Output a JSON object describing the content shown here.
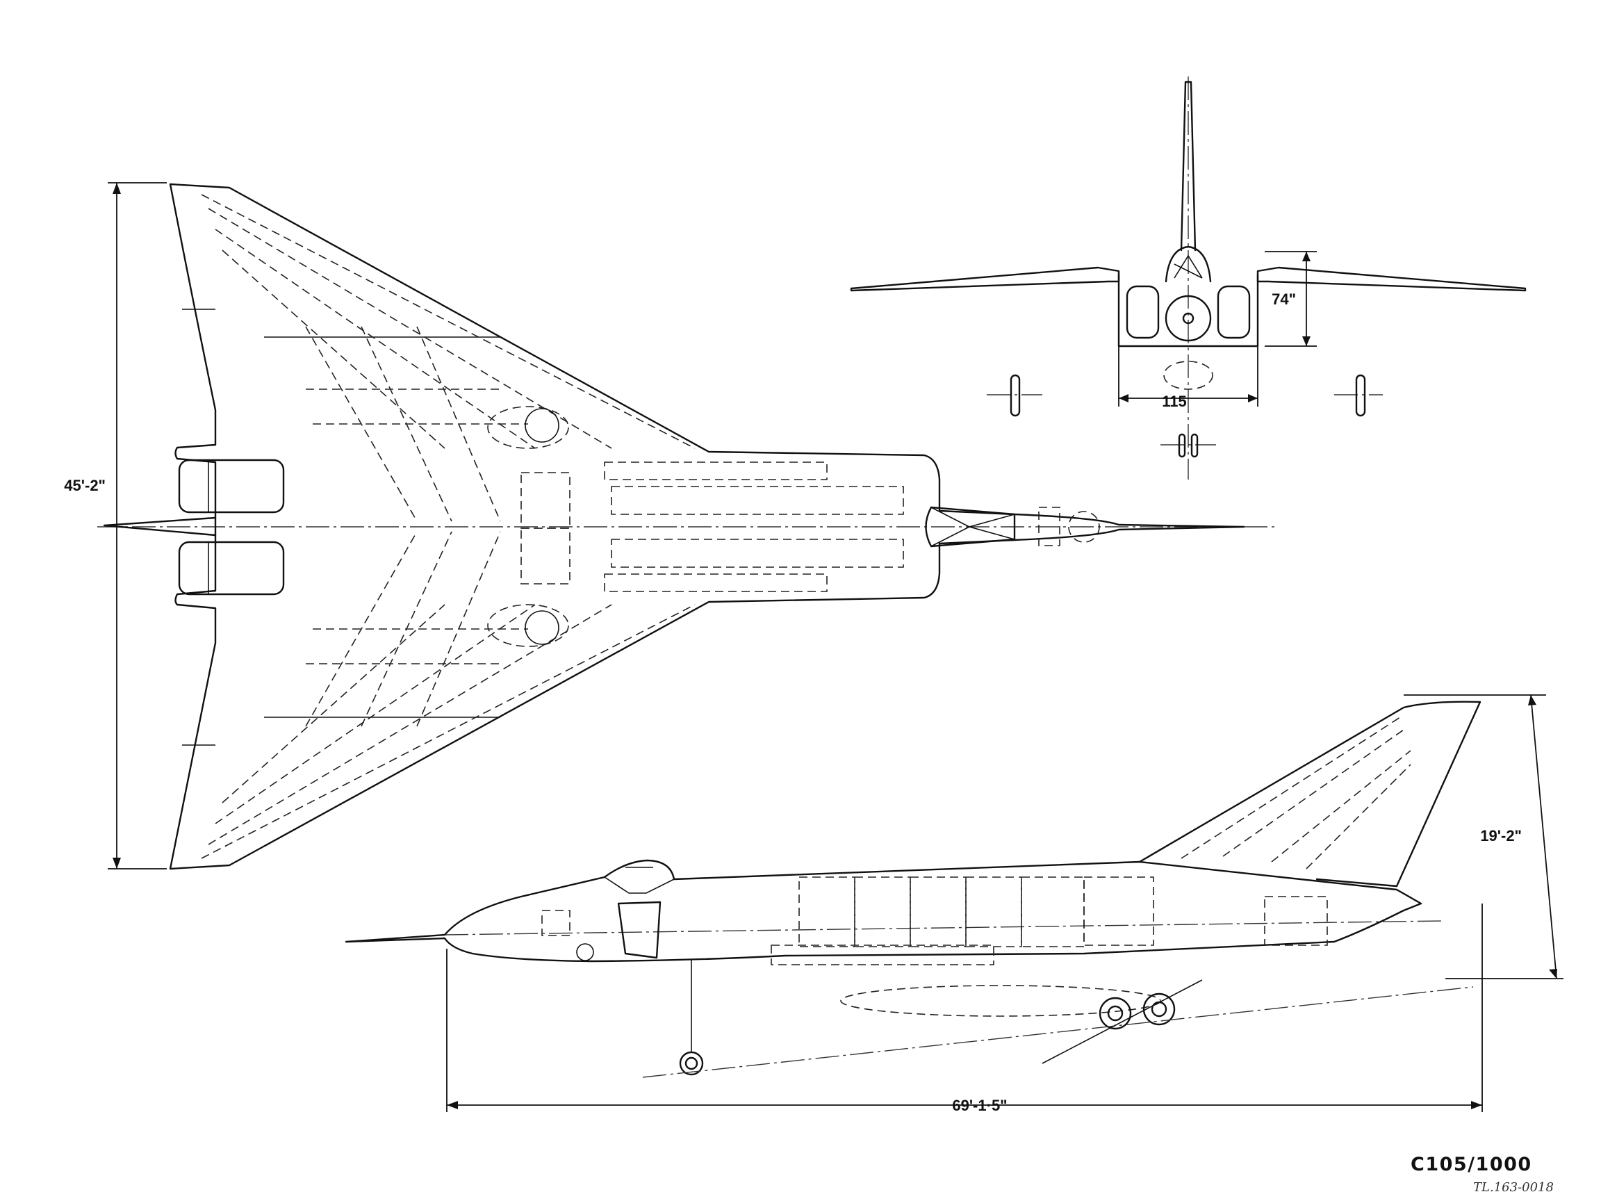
{
  "dimensions": {
    "span": "45'-2\"",
    "length": "69'-1·5\"",
    "height": "19'-2\"",
    "front_height": "74\"",
    "front_track": "115"
  },
  "drawing_number": "C105/1000",
  "reference_note": "TL.163-0018"
}
